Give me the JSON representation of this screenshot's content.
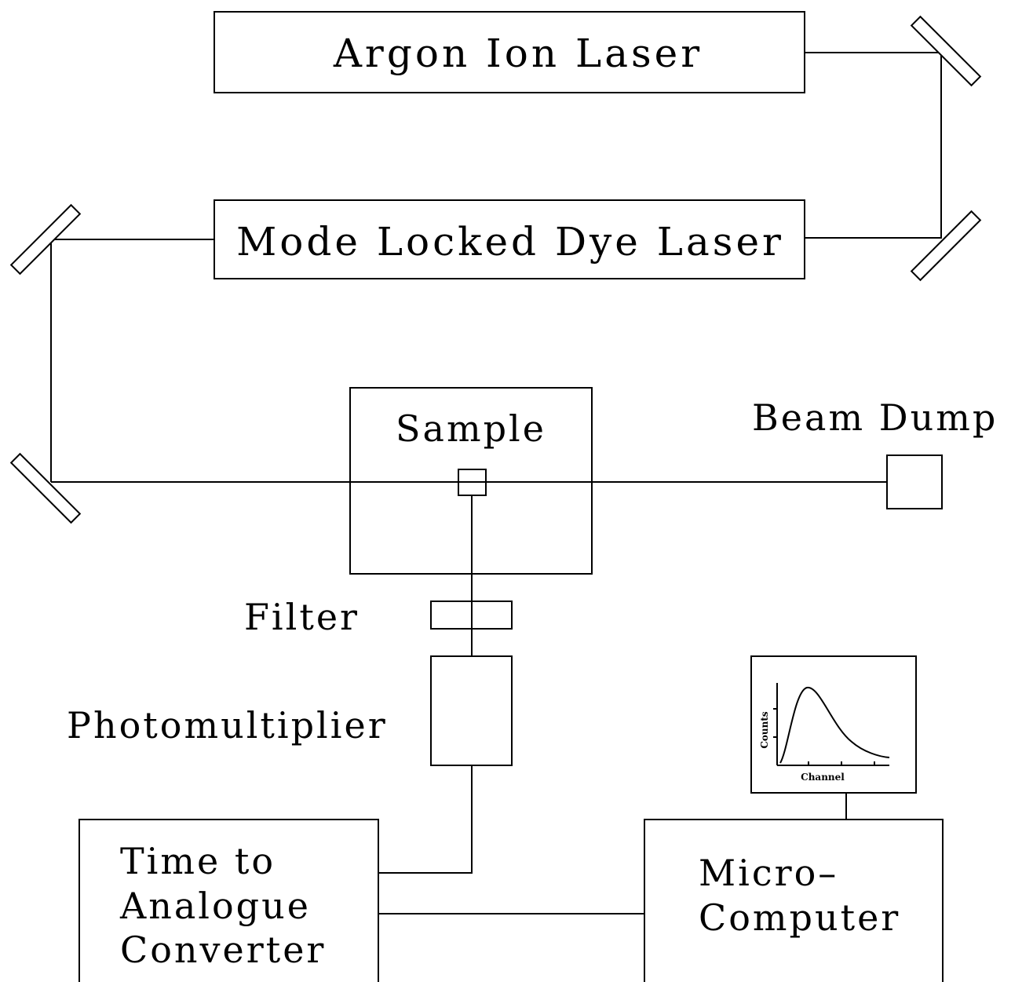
{
  "labels": {
    "argon_laser": "Argon Ion Laser",
    "dye_laser": "Mode Locked Dye Laser",
    "sample": "Sample",
    "beam_dump": "Beam Dump",
    "filter": "Filter",
    "photomultiplier": "Photomultiplier",
    "tac_line1": "Time to",
    "tac_line2": "Analogue",
    "tac_line3": "Converter",
    "computer_line1": "Micro–",
    "computer_line2": "Computer"
  },
  "inset_plot": {
    "ylabel": "Counts",
    "xlabel": "Channel"
  },
  "colors": {
    "stroke": "#000000",
    "background": "#ffffff"
  }
}
